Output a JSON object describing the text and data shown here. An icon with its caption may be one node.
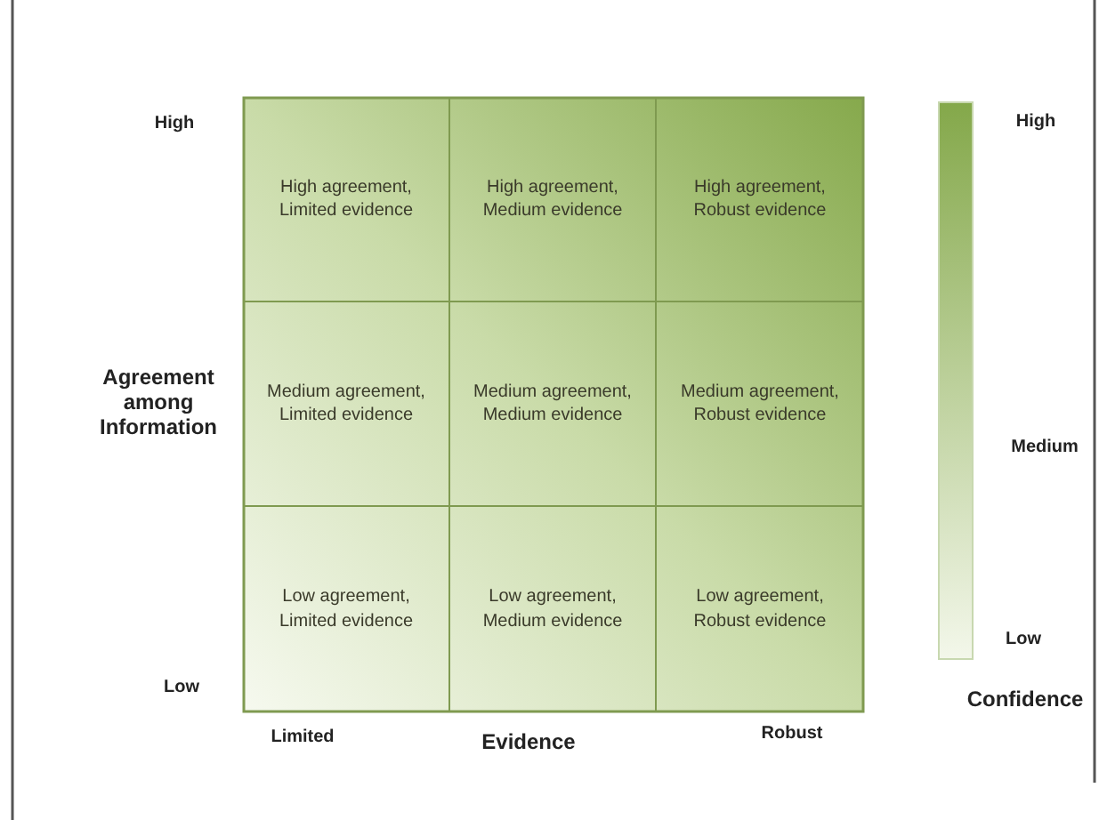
{
  "diagram": {
    "nodes": [
      {
        "text": [
          "High agreement, Limited evidence"
        ]
      },
      {
        "text": [
          "High agreement, Medium evidence"
        ]
      },
      {
        "text": [
          "High agreement, Robust evidence"
        ]
      },
      {
        "text": [
          "Medium agreement, Limited evidence"
        ]
      },
      {
        "text": [
          "Medium agreement, Medium evidence"
        ]
      },
      {
        "text": [
          "Medium agreement, Robust evidence"
        ]
      },
      {
        "text": [
          "Low agreement, Limited evidence"
        ]
      },
      {
        "text": [
          "Low agreement, Medium evidence"
        ]
      },
      {
        "text": [
          "Low agreement, Robust evidence"
        ]
      },
      {
        "text": [],
        "shape": "bar"
      }
    ],
    "labels": [
      "High",
      "High",
      "Agreement among Information",
      "Medium",
      "Low",
      "Low",
      "Confidence",
      "Limited",
      "Evidence",
      "Robust"
    ]
  }
}
